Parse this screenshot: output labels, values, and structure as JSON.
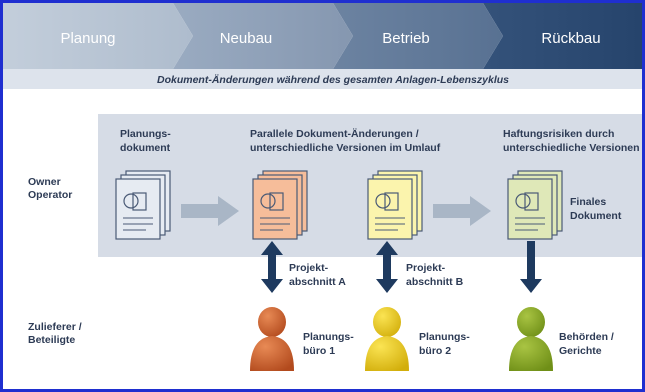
{
  "phases": {
    "planung": "Planung",
    "neubau": "Neubau",
    "betrieb": "Betrieb",
    "rueckbau": "Rückbau"
  },
  "subtitle": "Dokument-Änderungen während des gesamten Anlagen-Lebenszyklus",
  "rows": {
    "owner_line1": "Owner",
    "owner_line2": "Operator",
    "supplier_line1": "Zulieferer /",
    "supplier_line2": "Beteiligte"
  },
  "labels": {
    "planning_doc_line1": "Planungs-",
    "planning_doc_line2": "dokument",
    "parallel_line1": "Parallele Dokument-Änderungen /",
    "parallel_line2": "unterschiedliche Versionen im Umlauf",
    "liability_line1": "Haftungsrisiken durch",
    "liability_line2": "unterschiedliche Versionen",
    "final_doc_line1": "Finales",
    "final_doc_line2": "Dokument",
    "section_a_line1": "Projekt-",
    "section_a_line2": "abschnitt A",
    "section_b_line1": "Projekt-",
    "section_b_line2": "abschnitt B"
  },
  "actors": {
    "buero1_line1": "Planungs-",
    "buero1_line2": "büro 1",
    "buero2_line1": "Planungs-",
    "buero2_line2": "büro 2",
    "behoerden_line1": "Behörden /",
    "behoerden_line2": "Gerichte"
  },
  "colors": {
    "phase_light": "#b7c3d2",
    "phase_mid": "#8b9db5",
    "phase_dark": "#5d7593",
    "phase_darkest": "#2b4a72",
    "panel": "#d6dce6",
    "text": "#2d3b55",
    "arrow_grey": "#a9b6c6",
    "arrow_navy": "#1e3a5f",
    "doc_blue": "#e6ebf2",
    "doc_orange": "#f6bd9a",
    "doc_yellow": "#fbf4ad",
    "doc_green": "#dfe8b8",
    "person_orange": "#c55a2a",
    "person_yellow": "#e3c21a",
    "person_green": "#86a523",
    "frame": "#1f2fd0"
  }
}
